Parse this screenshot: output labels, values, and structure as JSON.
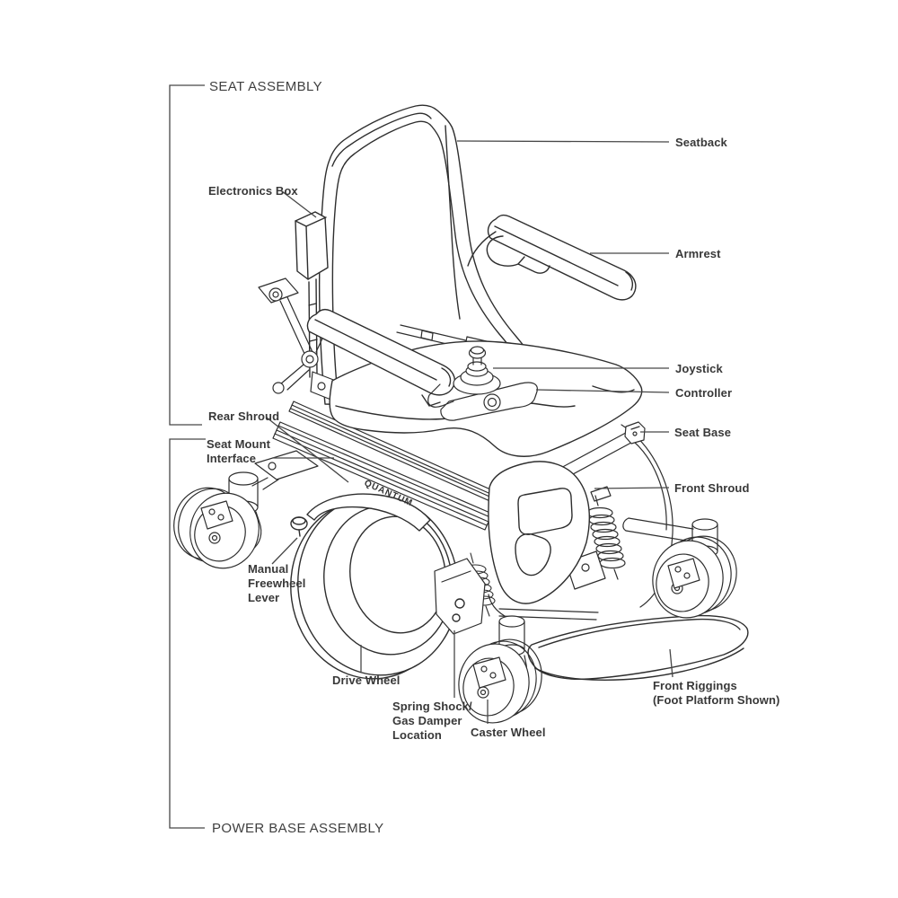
{
  "diagram": {
    "type": "labeled-parts-diagram",
    "subject": "power wheelchair exploded-view line drawing",
    "assembly_groups": {
      "top": "SEAT ASSEMBLY",
      "bottom": "POWER BASE ASSEMBLY"
    },
    "brand": "QUANTUM",
    "labels": {
      "seatback": "Seatback",
      "electronics_box": "Electronics Box",
      "armrest": "Armrest",
      "joystick": "Joystick",
      "controller": "Controller",
      "rear_shroud": "Rear Shroud",
      "seat_base": "Seat Base",
      "seat_mount_interface": "Seat Mount\nInterface",
      "front_shroud": "Front Shroud",
      "manual_freewheel_lever": "Manual\nFreewheel\nLever",
      "drive_wheel": "Drive Wheel",
      "spring_shock": "Spring Shock/\nGas Damper\nLocation",
      "caster_wheel": "Caster Wheel",
      "front_riggings": "Front Riggings\n(Foot Platform Shown)"
    },
    "colors": {
      "line_art": "#2e2e2e",
      "leader_lines": "#474747",
      "label_text": "#383838",
      "background": "#ffffff"
    }
  }
}
